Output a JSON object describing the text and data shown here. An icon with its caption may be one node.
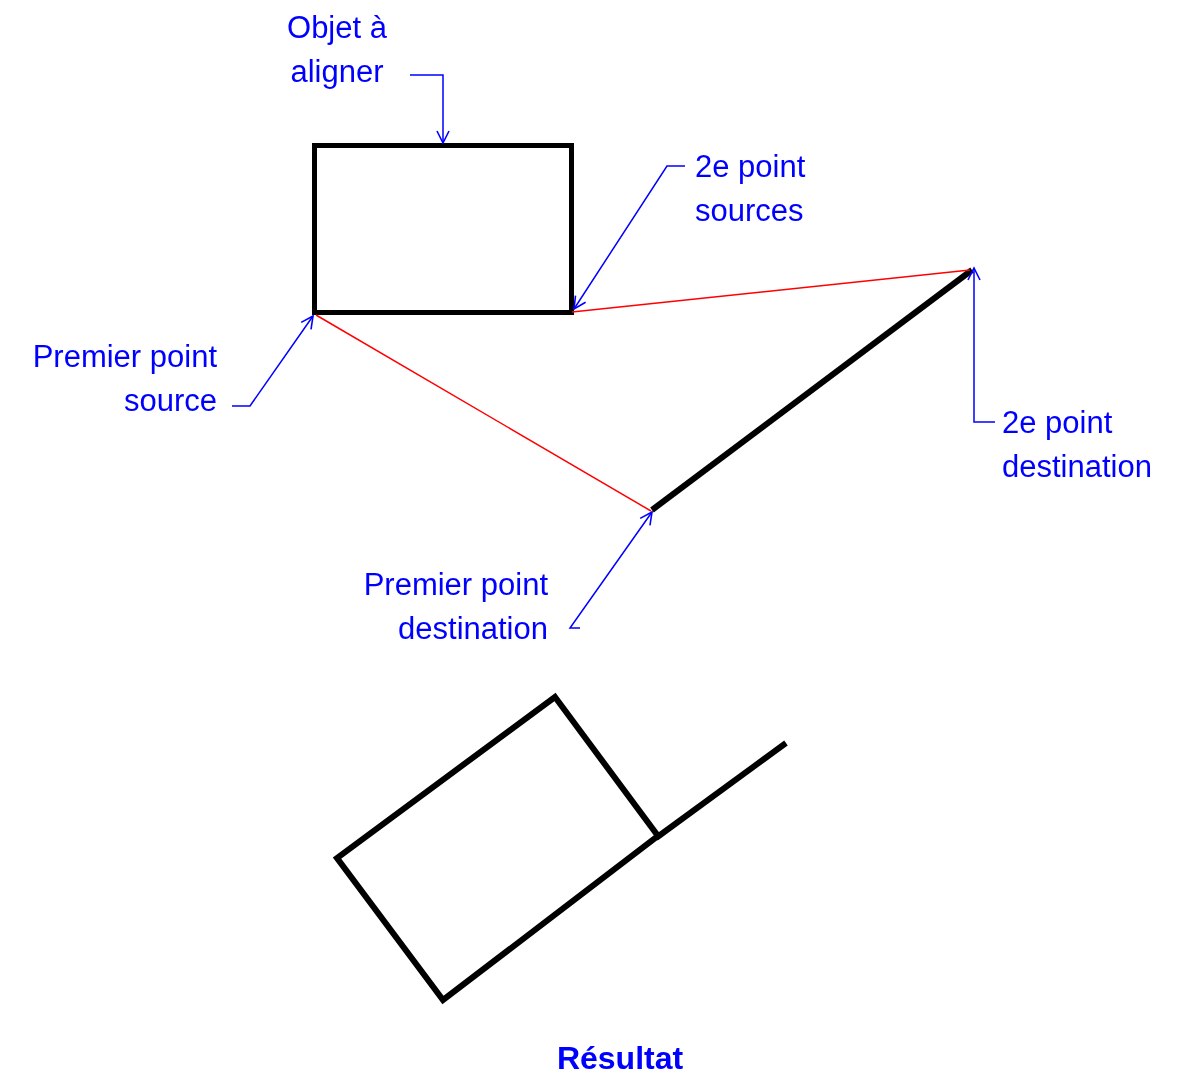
{
  "diagram": {
    "caption": "Résultat",
    "nodes": [
      {
        "text": [
          "Objet à aligner"
        ]
      },
      {
        "text": [],
        "shape": "box"
      },
      {
        "text": [
          "2e point sources"
        ]
      },
      {
        "text": [
          "Premier point source"
        ]
      },
      {
        "text": [],
        "shape": "bar"
      },
      {
        "text": [
          "2e point destination"
        ]
      },
      {
        "text": [
          "Premier point destination"
        ]
      }
    ],
    "edges": [
      {
        "from": 0,
        "to": 1,
        "arrow": "to"
      },
      {
        "from": 2,
        "to": 1,
        "arrow": "to"
      },
      {
        "from": 3,
        "to": 1,
        "arrow": "to"
      },
      {
        "from": 5,
        "to": 4,
        "arrow": "to"
      },
      {
        "from": 6,
        "to": 4,
        "arrow": "to"
      },
      {
        "from": 1,
        "to": 4,
        "arrow": "none",
        "color": "#ff0000"
      },
      {
        "from": 1,
        "to": 4,
        "arrow": "none",
        "color": "#ff0000"
      }
    ]
  }
}
